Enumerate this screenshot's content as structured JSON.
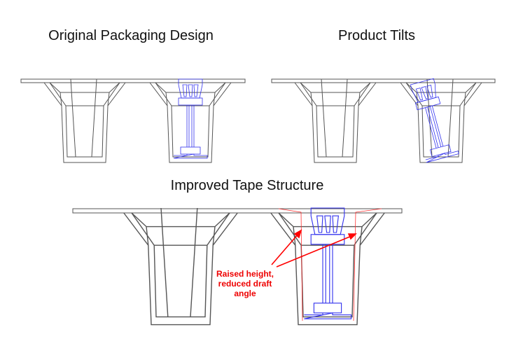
{
  "panels": {
    "original": {
      "title": "Original Packaging Design"
    },
    "tilt": {
      "title": "Product Tilts"
    },
    "improved": {
      "title": "Improved Tape Structure"
    }
  },
  "annotation": {
    "lines": [
      "Raised height,",
      "reduced draft",
      "angle"
    ],
    "color": "#ff0000"
  },
  "colors": {
    "tape": "#555555",
    "product": "#3333ee",
    "modification": "#ff3333"
  }
}
